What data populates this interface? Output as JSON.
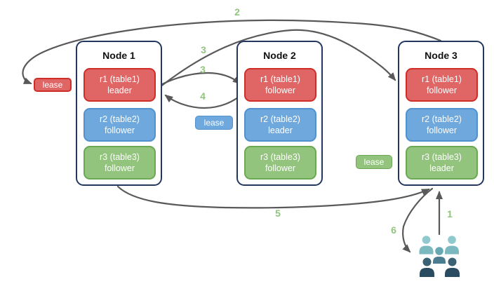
{
  "diagram": {
    "type": "distributed-database-replication-diagram",
    "nodes": [
      {
        "title": "Node 1",
        "replicas": [
          {
            "name": "r1 (table1)",
            "role": "leader",
            "color": "red"
          },
          {
            "name": "r2 (table2)",
            "role": "follower",
            "color": "blue"
          },
          {
            "name": "r3 (table3)",
            "role": "follower",
            "color": "green"
          }
        ]
      },
      {
        "title": "Node 2",
        "replicas": [
          {
            "name": "r1 (table1)",
            "role": "follower",
            "color": "red"
          },
          {
            "name": "r2 (table2)",
            "role": "leader",
            "color": "blue"
          },
          {
            "name": "r3 (table3)",
            "role": "follower",
            "color": "green"
          }
        ]
      },
      {
        "title": "Node 3",
        "replicas": [
          {
            "name": "r1 (table1)",
            "role": "follower",
            "color": "red"
          },
          {
            "name": "r2 (table2)",
            "role": "follower",
            "color": "blue"
          },
          {
            "name": "r3 (table3)",
            "role": "leader",
            "color": "green"
          }
        ]
      }
    ],
    "leases": [
      {
        "label": "lease",
        "color": "red"
      },
      {
        "label": "lease",
        "color": "blue"
      },
      {
        "label": "lease",
        "color": "green"
      }
    ],
    "step_labels": {
      "step1": "1",
      "step2": "2",
      "step3a": "3",
      "step3b": "3",
      "step4": "4",
      "step5": "5",
      "step6": "6"
    },
    "icons": {
      "users": "users-icon"
    },
    "colors": {
      "red_fill": "#E06666",
      "red_border": "#CE2D28",
      "blue_fill": "#6FA8DC",
      "blue_border": "#5191CE",
      "green_fill": "#93C47D",
      "green_border": "#6BA853",
      "node_border": "#24385F",
      "arrow": "#595959",
      "step_label": "#90C57E",
      "users_light": "#8FC9CE",
      "users_mid": "#4B7D91",
      "users_dark": "#2B4B60"
    }
  }
}
